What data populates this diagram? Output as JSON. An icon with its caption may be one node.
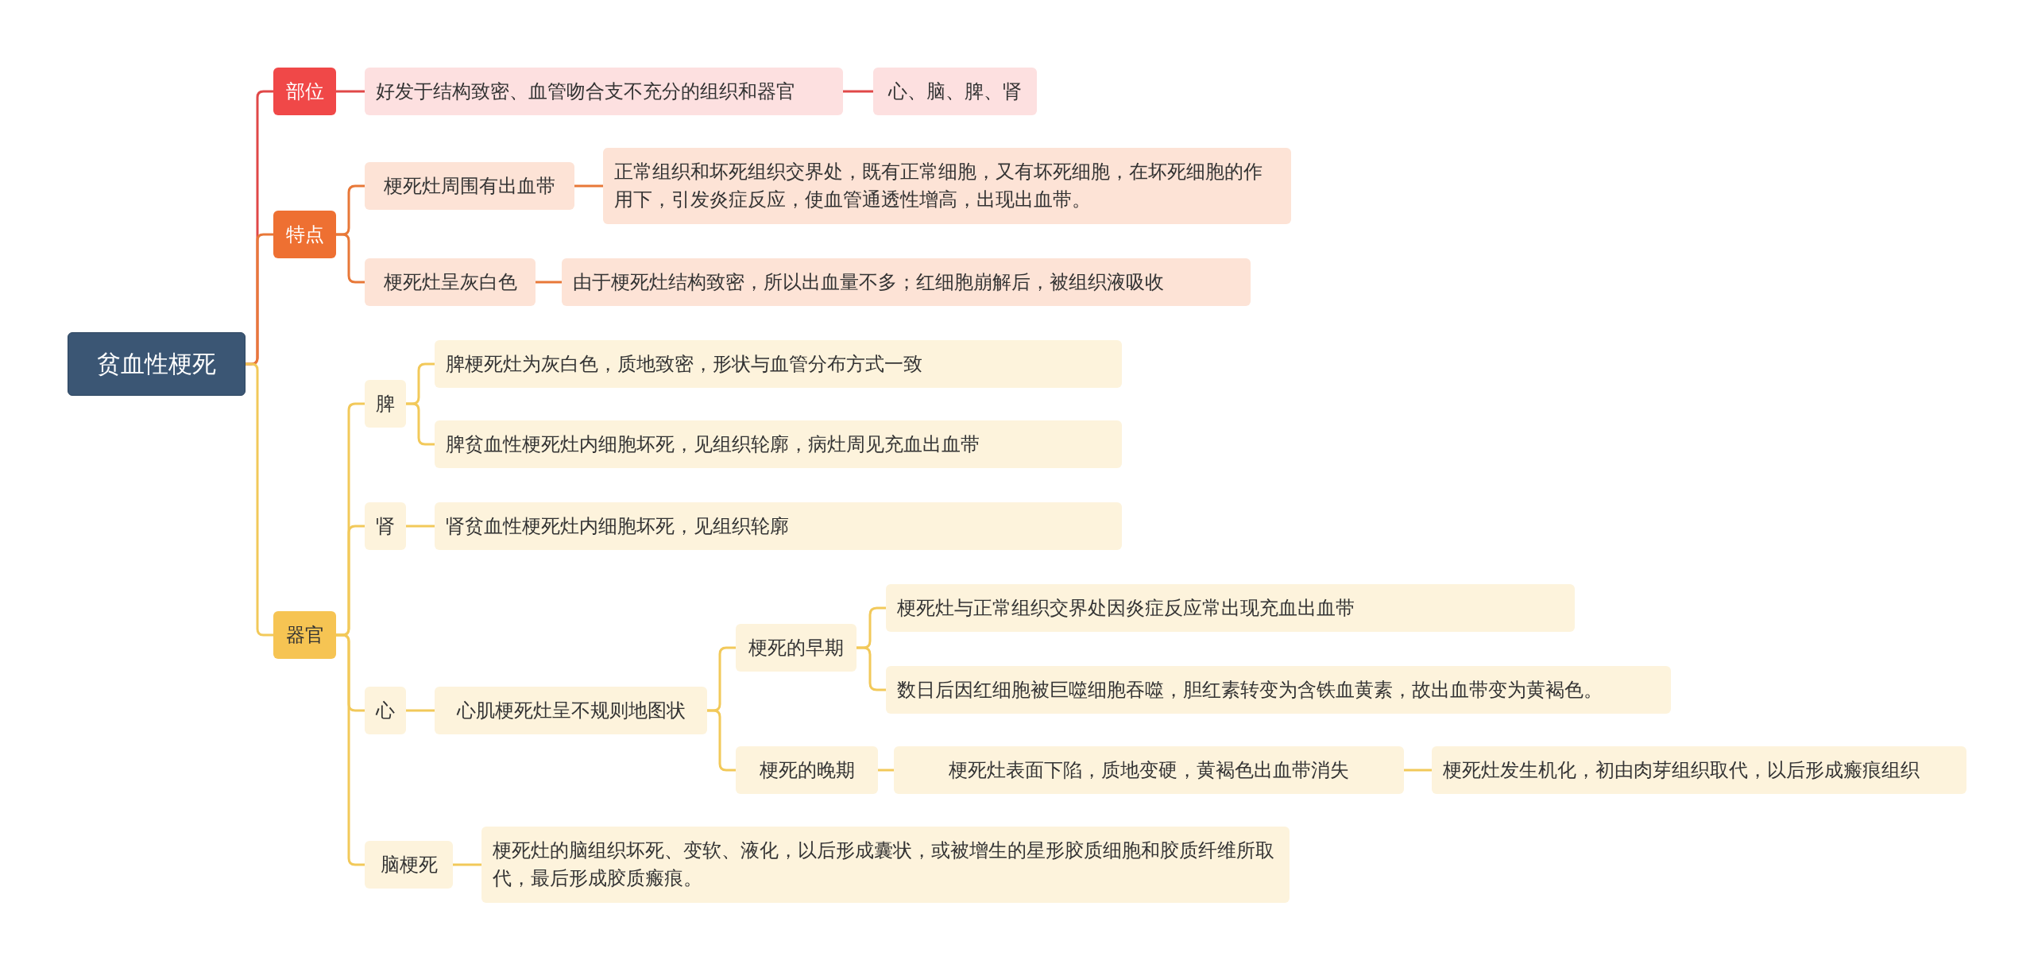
{
  "diagram": {
    "nodes": [
      {
        "text": [
          "贫血性梗死"
        ]
      },
      {
        "text": [
          "部位"
        ]
      },
      {
        "text": [
          "好发于结构致密、血管吻合支不充分的组织和器官"
        ]
      },
      {
        "text": [
          "心、脑、脾、肾"
        ]
      },
      {
        "text": [
          "特点"
        ]
      },
      {
        "text": [
          "梗死灶周围有出血带"
        ]
      },
      {
        "text": [
          "正常组织和坏死组织交界处，既有正常细胞，又有坏死细胞，在坏死细胞的作用下，引发炎症反应，使血管通透性增高，出现出血带。"
        ]
      },
      {
        "text": [
          "梗死灶呈灰白色"
        ]
      },
      {
        "text": [
          "由于梗死灶结构致密，所以出血量不多；红细胞崩解后，被组织液吸收"
        ]
      },
      {
        "text": [
          "器官"
        ]
      },
      {
        "text": [
          "脾"
        ]
      },
      {
        "text": [
          "脾梗死灶为灰白色，质地致密，形状与血管分布方式一致"
        ]
      },
      {
        "text": [
          "脾贫血性梗死灶内细胞坏死，见组织轮廓，病灶周见充血出血带"
        ]
      },
      {
        "text": [
          "肾"
        ]
      },
      {
        "text": [
          "肾贫血性梗死灶内细胞坏死，见组织轮廓"
        ]
      },
      {
        "text": [
          "心"
        ]
      },
      {
        "text": [
          "心肌梗死灶呈不规则地图状"
        ]
      },
      {
        "text": [
          "梗死的早期"
        ]
      },
      {
        "text": [
          "梗死灶与正常组织交界处因炎症反应常出现充血出血带"
        ]
      },
      {
        "text": [
          "数日后因红细胞被巨噬细胞吞噬，胆红素转变为含铁血黄素，故出血带变为黄褐色。"
        ]
      },
      {
        "text": [
          "梗死的晚期"
        ]
      },
      {
        "text": [
          "梗死灶表面下陷，质地变硬，黄褐色出血带消失"
        ]
      },
      {
        "text": [
          "梗死灶发生机化，初由肉芽组织取代，以后形成瘢痕组织"
        ]
      },
      {
        "text": [
          "脑梗死"
        ]
      },
      {
        "text": [
          "梗死灶的脑组织坏死、变软、液化，以后形成囊状，或被增生的星形胶质细胞和胶质纤维所取代，最后形成胶质瘢痕。"
        ]
      }
    ],
    "edges": [
      {
        "from": 0,
        "to": 1,
        "arrow": "none",
        "color": "#e04848"
      },
      {
        "from": 1,
        "to": 2,
        "arrow": "none",
        "color": "#e04848"
      },
      {
        "from": 2,
        "to": 3,
        "arrow": "none",
        "color": "#e04848"
      },
      {
        "from": 0,
        "to": 4,
        "arrow": "none",
        "color": "#e87838"
      },
      {
        "from": 4,
        "to": 5,
        "arrow": "none",
        "color": "#e87838"
      },
      {
        "from": 4,
        "to": 7,
        "arrow": "none",
        "color": "#e87838"
      },
      {
        "from": 5,
        "to": 6,
        "arrow": "none",
        "color": "#e87838"
      },
      {
        "from": 7,
        "to": 8,
        "arrow": "none",
        "color": "#e87838"
      },
      {
        "from": 0,
        "to": 9,
        "arrow": "none"
      },
      {
        "from": 9,
        "to": 10,
        "arrow": "none"
      },
      {
        "from": 9,
        "to": 13,
        "arrow": "none"
      },
      {
        "from": 9,
        "to": 15,
        "arrow": "none"
      },
      {
        "from": 9,
        "to": 23,
        "arrow": "none"
      },
      {
        "from": 10,
        "to": 11,
        "arrow": "none"
      },
      {
        "from": 10,
        "to": 12,
        "arrow": "none"
      },
      {
        "from": 13,
        "to": 14,
        "arrow": "none"
      },
      {
        "from": 15,
        "to": 16,
        "arrow": "none"
      },
      {
        "from": 16,
        "to": 17,
        "arrow": "none"
      },
      {
        "from": 16,
        "to": 20,
        "arrow": "none"
      },
      {
        "from": 17,
        "to": 18,
        "arrow": "none"
      },
      {
        "from": 17,
        "to": 19,
        "arrow": "none"
      },
      {
        "from": 20,
        "to": 21,
        "arrow": "none"
      },
      {
        "from": 21,
        "to": 22,
        "arrow": "none"
      },
      {
        "from": 23,
        "to": 24,
        "arrow": "none"
      }
    ]
  }
}
